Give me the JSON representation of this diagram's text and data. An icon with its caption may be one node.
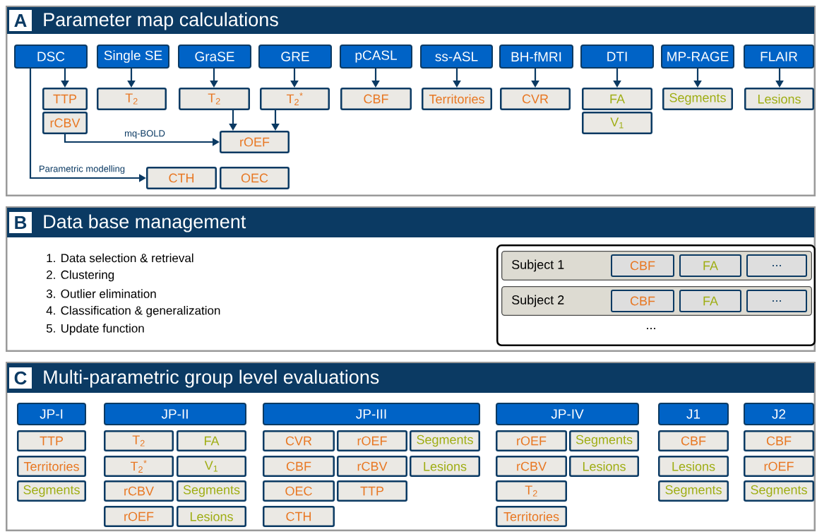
{
  "diagram": {
    "nodes": [
      {
        "text": [
          "A",
          "Parameter map calculations"
        ]
      },
      {
        "text": [
          "DSC"
        ],
        "in": 0
      },
      {
        "text": [
          "Single SE"
        ],
        "in": 0
      },
      {
        "text": [
          "GraSE"
        ],
        "in": 0
      },
      {
        "text": [
          "GRE"
        ],
        "in": 0
      },
      {
        "text": [
          "pCASL"
        ],
        "in": 0
      },
      {
        "text": [
          "ss-ASL"
        ],
        "in": 0
      },
      {
        "text": [
          "BH-fMRI"
        ],
        "in": 0
      },
      {
        "text": [
          "DTI"
        ],
        "in": 0
      },
      {
        "text": [
          "MP-RAGE"
        ],
        "in": 0
      },
      {
        "text": [
          "FLAIR"
        ],
        "in": 0
      },
      {
        "text": [
          "TTP"
        ],
        "in": 0
      },
      {
        "text": [
          "T$_{2}$"
        ],
        "in": 0
      },
      {
        "text": [
          "T$_{2}$"
        ],
        "in": 0
      },
      {
        "text": [
          "T$_{2}$$^{*}$"
        ],
        "in": 0
      },
      {
        "text": [
          "CBF"
        ],
        "in": 0
      },
      {
        "text": [
          "Territories"
        ],
        "in": 0
      },
      {
        "text": [
          "CVR"
        ],
        "in": 0
      },
      {
        "text": [
          "FA"
        ],
        "in": 0
      },
      {
        "text": [
          "Segments"
        ],
        "in": 0
      },
      {
        "text": [
          "Lesions"
        ],
        "in": 0
      },
      {
        "text": [
          "rCBV"
        ],
        "in": 0
      },
      {
        "text": [
          "V$_{1}$"
        ],
        "in": 0
      },
      {
        "text": [
          "rOEF"
        ],
        "in": 0
      },
      {
        "text": [
          "CTH"
        ],
        "in": 0
      },
      {
        "text": [
          "OEC"
        ],
        "in": 0
      },
      {
        "text": [
          "B",
          "Data base management"
        ]
      },
      {
        "text": [
          "..."
        ],
        "in": 26
      },
      {
        "text": [
          "Subject 1"
        ],
        "in": 27
      },
      {
        "text": [
          "CBF"
        ],
        "in": 28
      },
      {
        "text": [
          "FA"
        ],
        "in": 28
      },
      {
        "text": [
          "..."
        ],
        "in": 28
      },
      {
        "text": [
          "Subject 2"
        ],
        "in": 27
      },
      {
        "text": [
          "CBF"
        ],
        "in": 32
      },
      {
        "text": [
          "FA"
        ],
        "in": 32
      },
      {
        "text": [
          "..."
        ],
        "in": 32
      },
      {
        "text": [
          "C",
          "Multi-parametric group level evaluations"
        ]
      },
      {
        "text": [
          "JP-I"
        ],
        "in": 36
      },
      {
        "text": [
          "TTP"
        ],
        "in": 36
      },
      {
        "text": [
          "Territories"
        ],
        "in": 36
      },
      {
        "text": [
          "Segments"
        ],
        "in": 36
      },
      {
        "text": [
          "JP-II"
        ],
        "in": 36
      },
      {
        "text": [
          "T$_{2}$"
        ],
        "in": 36
      },
      {
        "text": [
          "FA"
        ],
        "in": 36
      },
      {
        "text": [
          "T$_{2}$$^{*}$"
        ],
        "in": 36
      },
      {
        "text": [
          "V$_{1}$"
        ],
        "in": 36
      },
      {
        "text": [
          "rCBV"
        ],
        "in": 36
      },
      {
        "text": [
          "Segments"
        ],
        "in": 36
      },
      {
        "text": [
          "rOEF"
        ],
        "in": 36
      },
      {
        "text": [
          "Lesions"
        ],
        "in": 36
      },
      {
        "text": [
          "JP-III"
        ],
        "in": 36
      },
      {
        "text": [
          "CVR"
        ],
        "in": 36
      },
      {
        "text": [
          "rOEF"
        ],
        "in": 36
      },
      {
        "text": [
          "Segments"
        ],
        "in": 36
      },
      {
        "text": [
          "CBF"
        ],
        "in": 36
      },
      {
        "text": [
          "rCBV"
        ],
        "in": 36
      },
      {
        "text": [
          "Lesions"
        ],
        "in": 36
      },
      {
        "text": [
          "OEC"
        ],
        "in": 36
      },
      {
        "text": [
          "TTP"
        ],
        "in": 36
      },
      {
        "text": [
          "CTH"
        ],
        "in": 36
      },
      {
        "text": [
          "JP-IV"
        ],
        "in": 36
      },
      {
        "text": [
          "rOEF"
        ],
        "in": 36
      },
      {
        "text": [
          "Segments"
        ],
        "in": 36
      },
      {
        "text": [
          "rCBV"
        ],
        "in": 36
      },
      {
        "text": [
          "Lesions"
        ],
        "in": 36
      },
      {
        "text": [
          "T$_{2}$"
        ],
        "in": 36
      },
      {
        "text": [
          "Territories"
        ],
        "in": 36
      },
      {
        "text": [
          "J1"
        ],
        "in": 36
      },
      {
        "text": [
          "CBF"
        ],
        "in": 36
      },
      {
        "text": [
          "Lesions"
        ],
        "in": 36
      },
      {
        "text": [
          "Segments"
        ],
        "in": 36
      },
      {
        "text": [
          "J2"
        ],
        "in": 36
      },
      {
        "text": [
          "CBF"
        ],
        "in": 36
      },
      {
        "text": [
          "rOEF"
        ],
        "in": 36
      },
      {
        "text": [
          "Segments"
        ],
        "in": 36
      }
    ],
    "edges": [
      {
        "from": 1,
        "to": 11,
        "arrow": "to"
      },
      {
        "from": 2,
        "to": 12,
        "arrow": "to"
      },
      {
        "from": 3,
        "to": 13,
        "arrow": "to"
      },
      {
        "from": 4,
        "to": 14,
        "arrow": "to"
      },
      {
        "from": 5,
        "to": 15,
        "arrow": "to"
      },
      {
        "from": 6,
        "to": 16,
        "arrow": "to"
      },
      {
        "from": 7,
        "to": 17,
        "arrow": "to"
      },
      {
        "from": 8,
        "to": 18,
        "arrow": "to"
      },
      {
        "from": 9,
        "to": 19,
        "arrow": "to"
      },
      {
        "from": 10,
        "to": 20,
        "arrow": "to"
      },
      {
        "from": 13,
        "to": 23,
        "arrow": "to"
      },
      {
        "from": 14,
        "to": 23,
        "arrow": "to"
      },
      {
        "from": 21,
        "to": 23,
        "arrow": "to",
        "label": "mq-BOLD"
      },
      {
        "from": 1,
        "to": 24,
        "arrow": "to",
        "label": "Parametric modelling"
      }
    ],
    "labels": [
      "1. Data selection & retrieval",
      "2. Clustering",
      "3. Outlier elimination",
      "4. Classification & generalization",
      "5. Update function"
    ]
  }
}
